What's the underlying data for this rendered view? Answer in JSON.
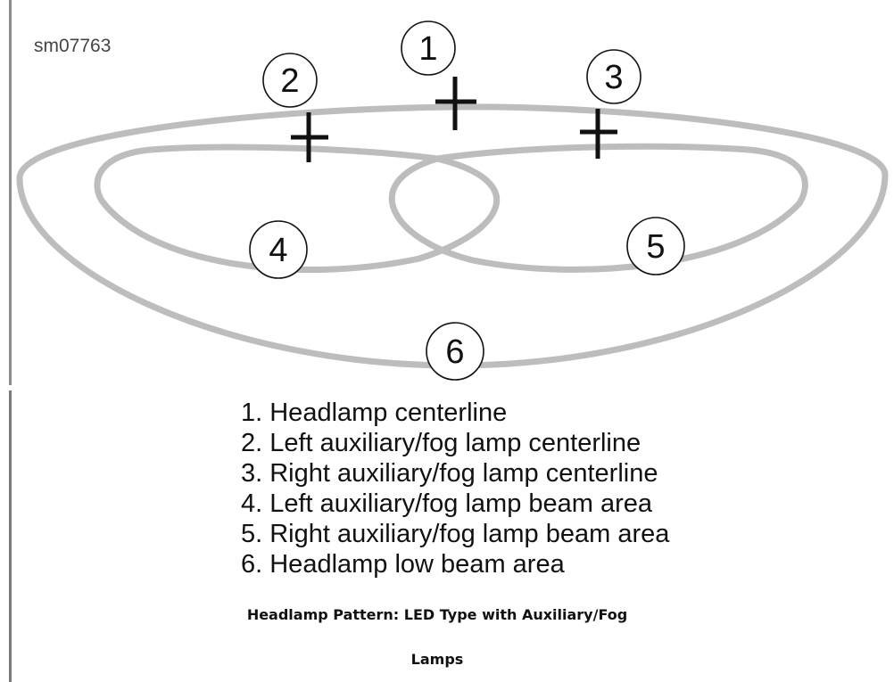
{
  "figure_id": "sm07763",
  "callouts": [
    "1",
    "2",
    "3",
    "4",
    "5",
    "6"
  ],
  "legend": [
    "1. Headlamp centerline",
    "2. Left auxiliary/fog lamp centerline",
    "3. Right auxiliary/fog lamp centerline",
    "4. Left auxiliary/fog lamp beam area",
    "5. Right auxiliary/fog lamp beam area",
    "6. Headlamp low beam area"
  ],
  "caption": {
    "line1": "Headlamp Pattern: LED Type with Auxiliary/Fog",
    "line2": "Lamps"
  },
  "colors": {
    "beam_outline": "#bdbdbd",
    "markers": "#111111",
    "side_rule": "#8c8c8c"
  }
}
